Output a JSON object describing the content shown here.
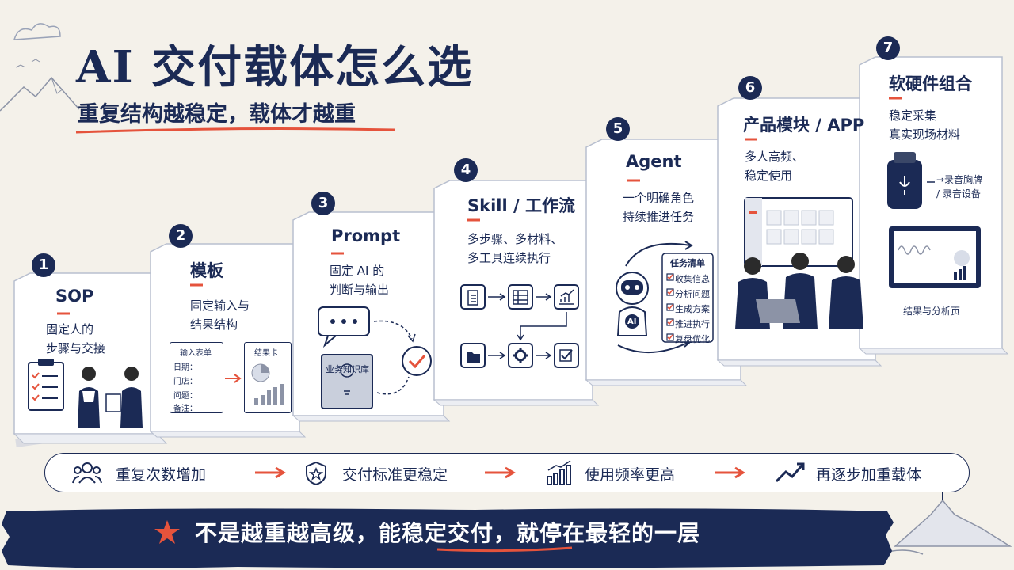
{
  "title": "AI 交付载体怎么选",
  "subtitle": "重复结构越稳定，载体才越重",
  "steps": [
    {
      "num": "1",
      "title": "SOP",
      "desc": [
        "固定人的",
        "步骤与交接"
      ]
    },
    {
      "num": "2",
      "title": "模板",
      "desc": [
        "固定输入与",
        "结果结构"
      ]
    },
    {
      "num": "3",
      "title": "Prompt",
      "desc": [
        "固定 AI 的",
        "判断与输出"
      ]
    },
    {
      "num": "4",
      "title": "Skill / 工作流",
      "desc": [
        "多步骤、多材料、",
        "多工具连续执行"
      ]
    },
    {
      "num": "5",
      "title": "Agent",
      "desc": [
        "一个明确角色",
        "持续推进任务"
      ]
    },
    {
      "num": "6",
      "title": "产品模块 / APP",
      "desc": [
        "多人高频、",
        "稳定使用"
      ]
    },
    {
      "num": "7",
      "title": "软硬件组合",
      "desc": [
        "稳定采集",
        "真实现场材料"
      ]
    }
  ],
  "template_card": {
    "form_title": "输入表单",
    "fields": [
      "日期：",
      "门店：",
      "问题：",
      "备注："
    ],
    "result_title": "结果卡"
  },
  "prompt_card": {
    "book_label": "业务知识库"
  },
  "agent_card": {
    "list_title": "任务清单",
    "tasks": [
      "收集信息",
      "分析问题",
      "生成方案",
      "推进执行",
      "复盘优化"
    ],
    "robot_label": "AI"
  },
  "hardware_card": {
    "device_labels": [
      "→录音胸牌",
      "/ 录音设备"
    ],
    "screen_caption": "结果与分析页"
  },
  "bottom_bar": [
    "重复次数增加",
    "交付标准更稳定",
    "使用频率更高",
    "再逐步加重载体"
  ],
  "banner": {
    "prefix": "不是越重越高级，",
    "emphasis": "能稳定交付",
    "suffix": "，就停在最轻的一层"
  },
  "colors": {
    "navy": "#1b2a55",
    "accent": "#e5533c",
    "paper": "#f4f1ea"
  }
}
